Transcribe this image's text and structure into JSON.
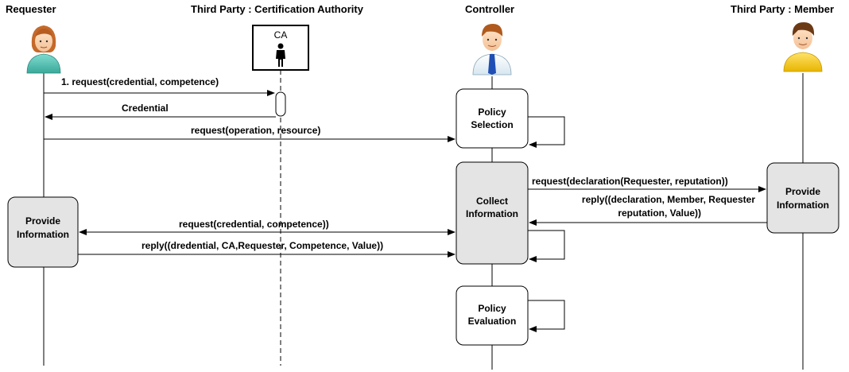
{
  "participants": {
    "requester": "Requester",
    "ca": "Third Party : Certification  Authority",
    "ca_icon_label": "CA",
    "controller": "Controller",
    "member": "Third Party : Member"
  },
  "messages": {
    "m1": "1. request(credential, competence)",
    "m2": "Credential",
    "m3": "request(operation, resource)",
    "m4": "request(declaration(Requester, reputation))",
    "m5_line1": "reply((declaration, Member, Requester",
    "m5_line2": "reputation, Value))",
    "m6": "request(credential, competence))",
    "m7": "reply((dredential, CA,Requester, Competence, Value))"
  },
  "activations": {
    "policy_selection": [
      "Policy",
      "Selection"
    ],
    "collect_information": [
      "Collect",
      "Information"
    ],
    "policy_evaluation": [
      "Policy",
      "Evaluation"
    ],
    "provide_info_member": [
      "Provide",
      "Information"
    ],
    "provide_info_requester": [
      "Provide",
      "Information"
    ]
  },
  "icons": {
    "requester": "female-person-icon",
    "ca": "certificate-authority-person-icon",
    "controller": "businessman-icon",
    "member": "male-person-icon"
  },
  "colors": {
    "box_fill": "#e4e4e4",
    "white_box_fill": "#ffffff",
    "line": "#000000"
  }
}
